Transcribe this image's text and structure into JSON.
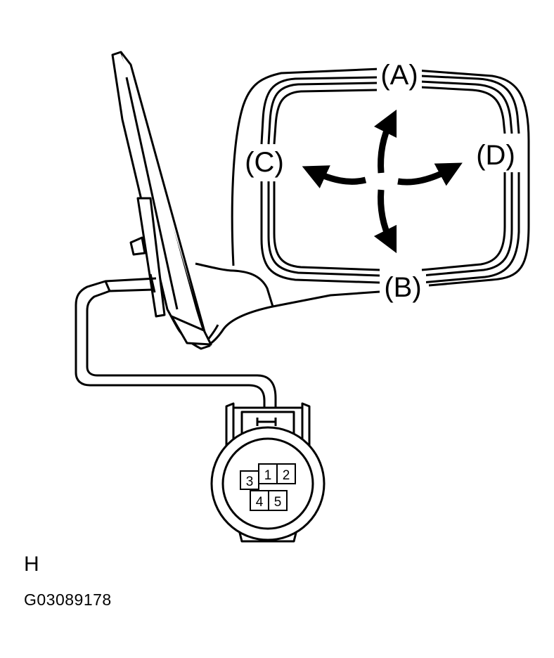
{
  "figure": {
    "direction_labels": {
      "up": "(A)",
      "down": "(B)",
      "left": "(C)",
      "right": "(D)"
    },
    "connector_pins": [
      "1",
      "2",
      "3",
      "4",
      "5"
    ],
    "view_letter": "H",
    "figure_code": "G03089178"
  }
}
